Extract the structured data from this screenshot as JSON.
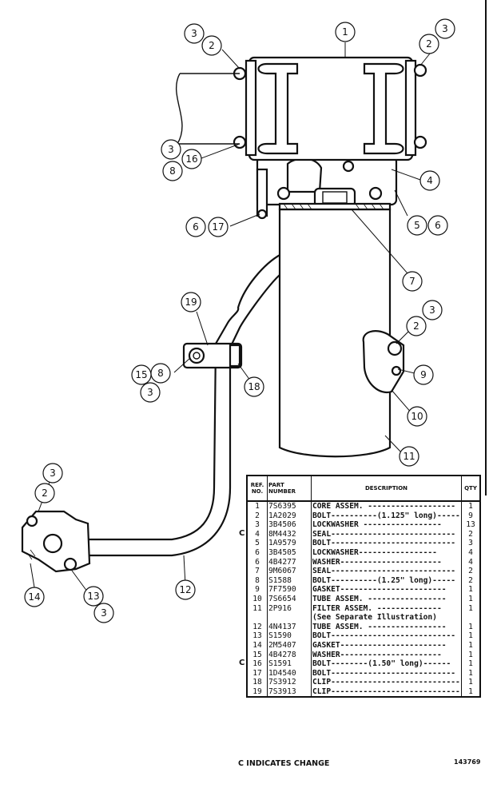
{
  "table": {
    "headers": {
      "ref": "REF. NO.",
      "part": "PART NUMBER",
      "desc": "DESCRIPTION",
      "qty": "QTY"
    },
    "rows": [
      {
        "ref": "1",
        "part": "7S6395",
        "desc": "CORE ASSEM. -------------------",
        "qty": "1"
      },
      {
        "ref": "2",
        "part": "1A2029",
        "desc": "BOLT----------(1.125\" long)-----",
        "qty": "9"
      },
      {
        "ref": "3",
        "part": "3B4506",
        "desc": "LOCKWASHER -----------------",
        "qty": "13"
      },
      {
        "ref": "4",
        "part": "8M4432",
        "desc": "SEAL---------------------------",
        "qty": "2"
      },
      {
        "ref": "5",
        "part": "1A9579",
        "desc": "BOLT---------------------------",
        "qty": "3"
      },
      {
        "ref": "6",
        "part": "3B4505",
        "desc": "LOCKWASHER-----------------",
        "qty": "4"
      },
      {
        "ref": "6",
        "part": "4B4277",
        "desc": "WASHER----------------------",
        "qty": "4"
      },
      {
        "ref": "7",
        "part": "9M6067",
        "desc": "SEAL---------------------------",
        "qty": "2"
      },
      {
        "ref": "8",
        "part": "S1588",
        "desc": "BOLT----------(1.25\" long)-----",
        "qty": "2"
      },
      {
        "ref": "9",
        "part": "7F7590",
        "desc": "GASKET-----------------------",
        "qty": "1"
      },
      {
        "ref": "10",
        "part": "7S6654",
        "desc": "TUBE ASSEM. -----------------",
        "qty": "1"
      },
      {
        "ref": "11",
        "part": "2P916",
        "desc": "FILTER ASSEM. --------------",
        "qty": "1"
      },
      {
        "ref": "",
        "part": "",
        "desc": "(See Separate Illustration)",
        "qty": ""
      },
      {
        "ref": "12",
        "part": "4N4137",
        "desc": "TUBE ASSEM. -----------------",
        "qty": "1"
      },
      {
        "ref": "13",
        "part": "S1590",
        "desc": "BOLT---------------------------",
        "qty": "1"
      },
      {
        "ref": "14",
        "part": "2M5407",
        "desc": "GASKET-----------------------",
        "qty": "1"
      },
      {
        "ref": "15",
        "part": "4B4278",
        "desc": "WASHER----------------------",
        "qty": "1"
      },
      {
        "ref": "16",
        "part": "S1591",
        "desc": "BOLT--------(1.50\" long)------",
        "qty": "1"
      },
      {
        "ref": "17",
        "part": "1D4540",
        "desc": "BOLT---------------------------",
        "qty": "1"
      },
      {
        "ref": "18",
        "part": "7S3912",
        "desc": "CLIP----------------------------",
        "qty": "1"
      },
      {
        "ref": "19",
        "part": "7S3913",
        "desc": "CLIP----------------------------",
        "qty": "1"
      }
    ]
  },
  "change_marks": [
    "C",
    "C"
  ],
  "footer_note": "C INDICATES CHANGE",
  "figure_id": "143769",
  "callouts": {
    "c1": "1",
    "c2a": "2",
    "c3a": "3",
    "c2b": "2",
    "c3b": "3",
    "c3c": "3",
    "c16": "16",
    "c8a": "8",
    "c4": "4",
    "c5": "5",
    "c6a": "6",
    "c6b": "6",
    "c17": "17",
    "c7": "7",
    "c19": "19",
    "c3d": "3",
    "c2c": "2",
    "c9": "9",
    "c10": "10",
    "c11": "11",
    "c15": "15",
    "c8b": "8",
    "c3e": "3",
    "c18": "18",
    "c3f": "3",
    "c2d": "2",
    "c14": "14",
    "c13": "13",
    "c3g": "3",
    "c12": "12"
  }
}
